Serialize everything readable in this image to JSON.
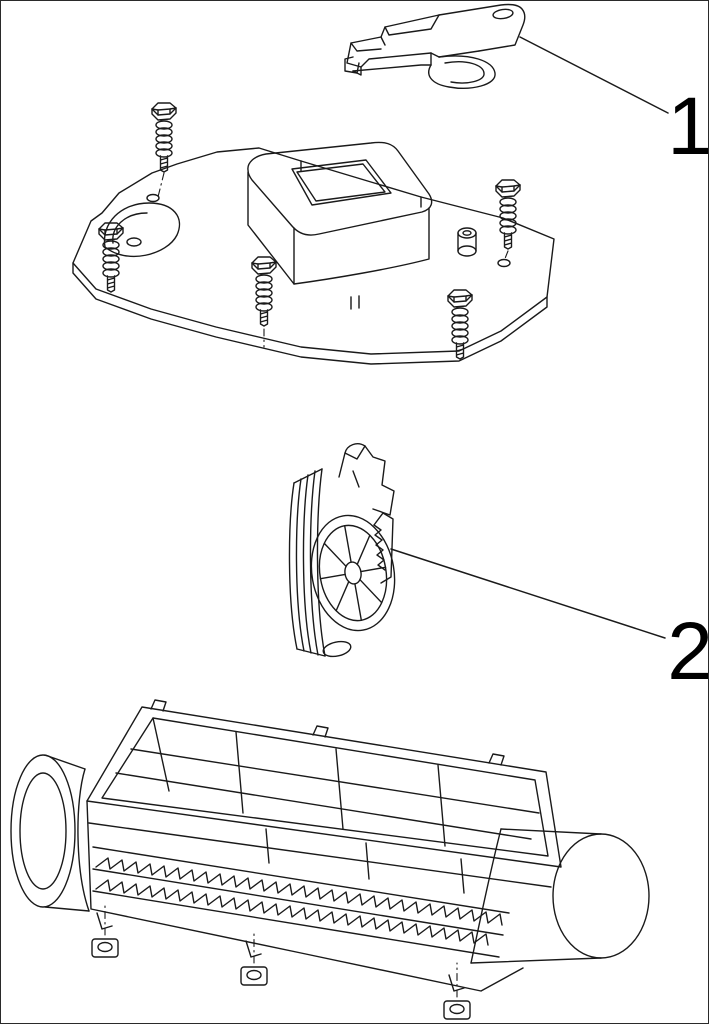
{
  "figure": {
    "type": "exploded-parts-line-diagram",
    "background_color": "#ffffff",
    "line_color": "#1a1a1a",
    "callouts": [
      {
        "number": "1"
      },
      {
        "number": "2"
      }
    ]
  }
}
